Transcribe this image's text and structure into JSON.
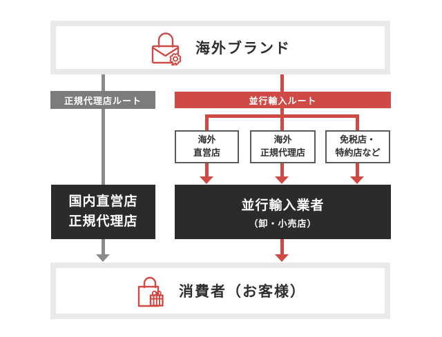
{
  "colors": {
    "red": "#d04a45",
    "gray_line": "#8a8a8a",
    "gray_label_bg": "#7c7c7c",
    "dark_box_bg": "#2b2b2b",
    "frame_border": "#e9e9e9",
    "text_dark": "#2e2e2e",
    "box_border": "#595959"
  },
  "brand_box": {
    "label": "海外ブランド",
    "icon": "brand-seal-icon"
  },
  "route_labels": {
    "official": "正規代理店ルート",
    "parallel": "並行輸入ルート"
  },
  "source_boxes": [
    {
      "line1": "海外",
      "line2": "直営店"
    },
    {
      "line1": "海外",
      "line2": "正規代理店"
    },
    {
      "line1": "免税店・",
      "line2": "特約店など"
    }
  ],
  "domestic_box": {
    "line1": "国内直営店",
    "line2": "正規代理店"
  },
  "importer_box": {
    "title": "並行輸入業者",
    "subtitle": "（卸・小売店）"
  },
  "consumer_box": {
    "label": "消費者（お客様）",
    "icon": "shopping-bag-gift-icon"
  }
}
